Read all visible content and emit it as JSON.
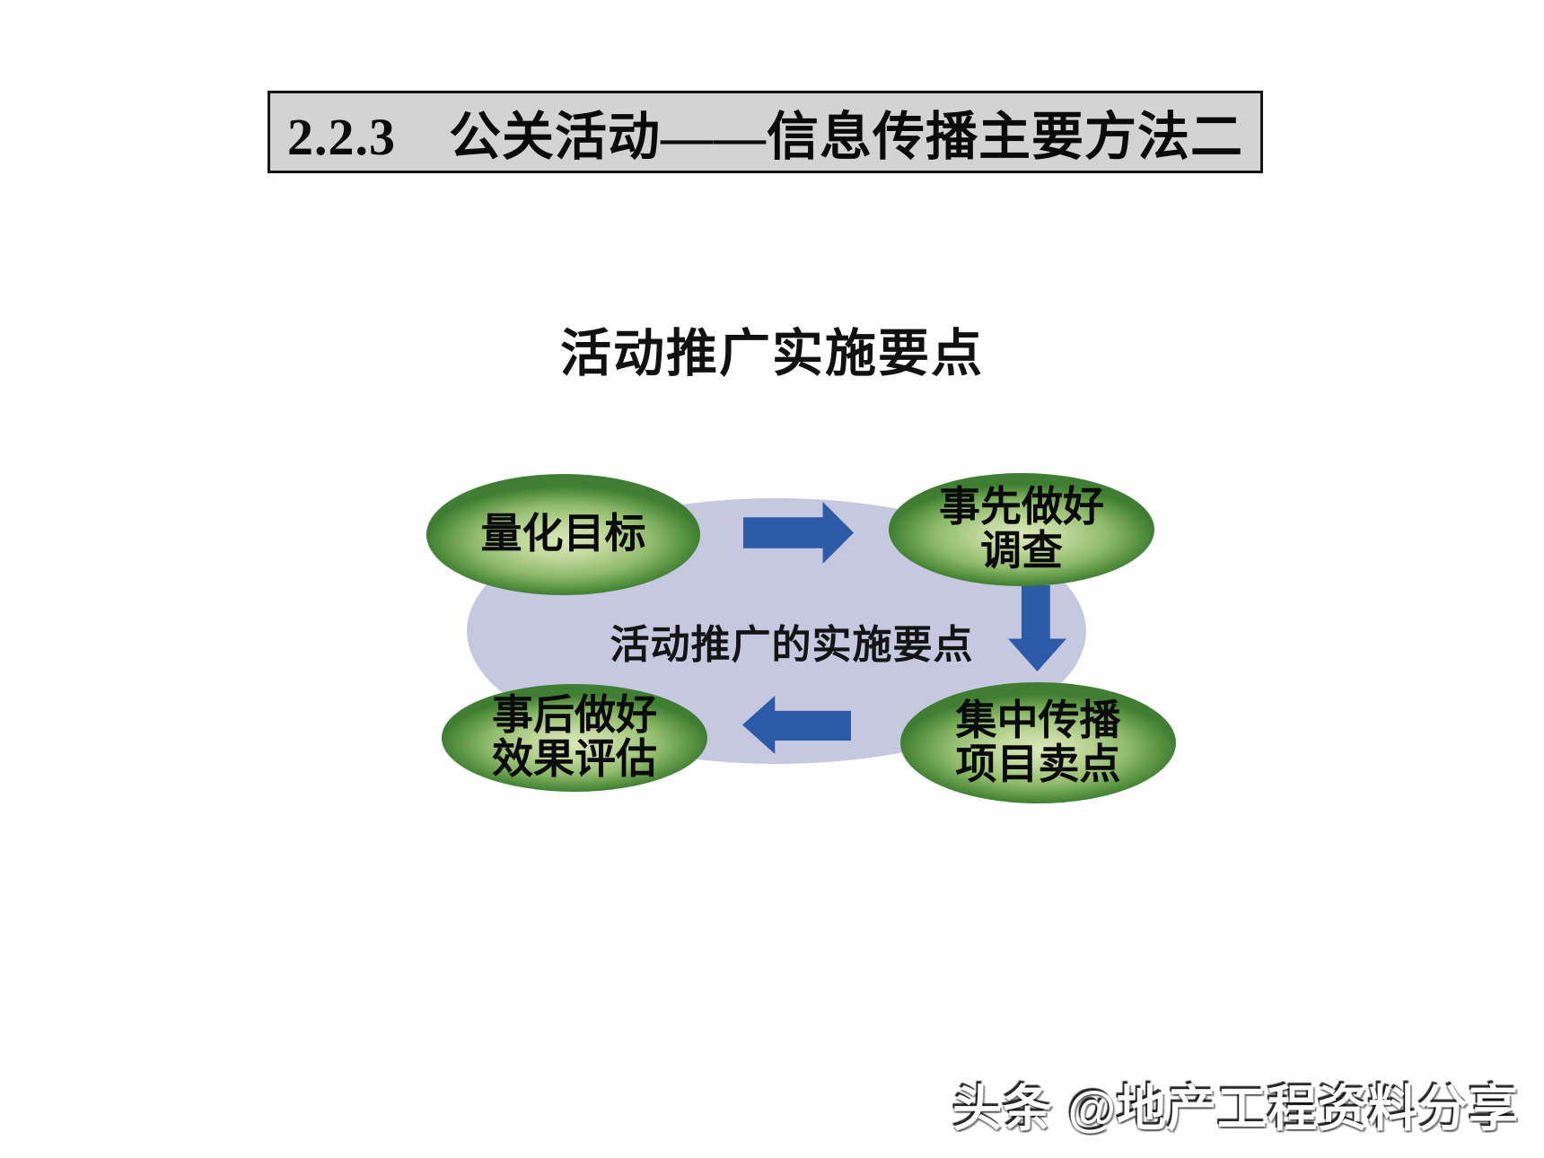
{
  "title_bar": {
    "text": "2.2.3　公关活动——信息传播主要方法二"
  },
  "subtitle": "活动推广实施要点",
  "diagram": {
    "center_label": "活动推广的实施要点",
    "nodes": [
      {
        "id": "quantify-goals",
        "lines": [
          "量化目标"
        ]
      },
      {
        "id": "advance-research",
        "lines": [
          "事先做好",
          "调查"
        ]
      },
      {
        "id": "focus-selling-points",
        "lines": [
          "集中传播",
          "项目卖点"
        ]
      },
      {
        "id": "post-event-evaluation",
        "lines": [
          "事后做好",
          "效果评估"
        ]
      }
    ],
    "arrows": [
      {
        "id": "arrow-right",
        "direction": "right"
      },
      {
        "id": "arrow-down",
        "direction": "down"
      },
      {
        "id": "arrow-left",
        "direction": "left"
      }
    ]
  },
  "watermark": "头条 @地产工程资料分享",
  "colors": {
    "title_bar_bg": "#d3d3d3",
    "title_bar_border": "#141414",
    "big_ellipse": "#c6c8e0",
    "node_green_light": "#d8e7ba",
    "node_green_dark": "#3f7e33",
    "arrow_blue": "#2d5ba8",
    "text": "#0a0a0a",
    "watermark_text": "#ffffff"
  }
}
